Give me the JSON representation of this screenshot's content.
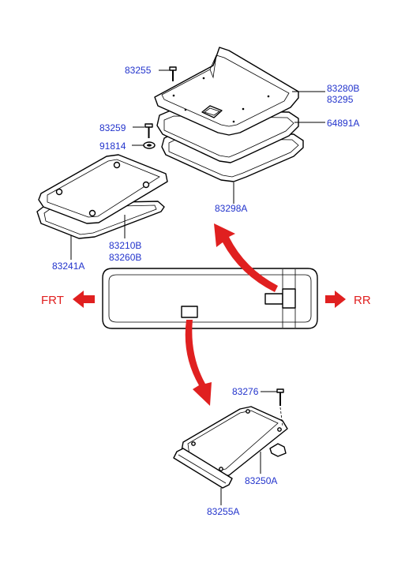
{
  "labels": {
    "p83255": "83255",
    "p83280B": "83280B",
    "p83295": "83295",
    "p83259": "83259",
    "p64891A": "64891A",
    "p91814": "91814",
    "p83298A": "83298A",
    "p83210B": "83210B",
    "p83260B": "83260B",
    "p83241A": "83241A",
    "p83276": "83276",
    "p83250A": "83250A",
    "p83255A": "83255A"
  },
  "directions": {
    "front": "FRT",
    "rear": "RR"
  },
  "colors": {
    "label": "#2233cc",
    "arrow": "#e02020",
    "line": "#000000"
  }
}
